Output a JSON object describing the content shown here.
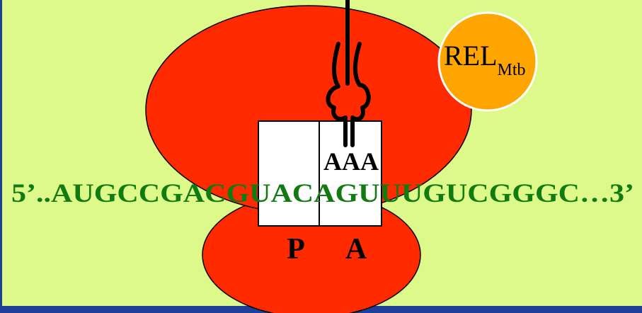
{
  "diagram": {
    "enzyme": {
      "label": "REL",
      "subscript": "Mtb"
    },
    "sites": {
      "p_label": "P",
      "a_label": "A"
    },
    "trna": {
      "anticodon": "AAA"
    },
    "mrna": {
      "sequence": "5’..AUGCCGACGUACAGUUUGUCGGGC…3’"
    }
  },
  "colors": {
    "background": "#dcf98a",
    "frame": "#1f3f9a",
    "ribosome": "#ff2a00",
    "rel_circle": "#ffa500",
    "rel_outline": "#ffffff",
    "mrna_text": "#117a11",
    "site_box": "#ffffff",
    "outline": "#000000"
  }
}
